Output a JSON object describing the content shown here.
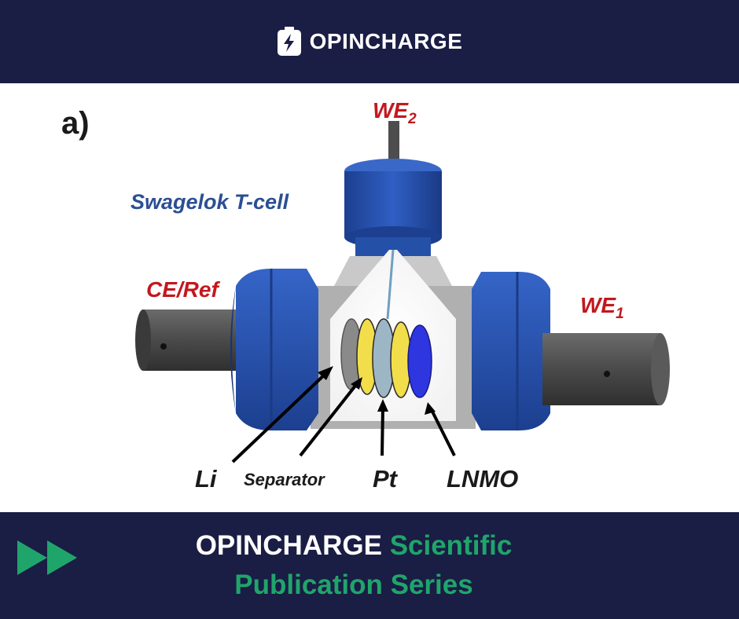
{
  "header": {
    "brand_name": "OPINCHARGE",
    "logo_icon": "battery-bolt-icon"
  },
  "figure": {
    "panel_label": "a)",
    "labels": {
      "we2": "WE",
      "we2_sub": "2",
      "swagelok": "Swagelok T-cell",
      "ce_ref": "CE/Ref",
      "we1": "WE",
      "we1_sub": "1",
      "li": "Li",
      "separator": "Separator",
      "pt": "Pt",
      "lnmo": "LNMO"
    },
    "colors": {
      "red_label": "#c2181e",
      "blue_label": "#2b4f93",
      "nut_blue": "#2450a8",
      "rod_gray": "#4d4d4d",
      "separator_yellow": "#f2de4b",
      "lnmo_blue": "#2e36e0"
    }
  },
  "footer": {
    "icon": "fast-forward-icon",
    "title_white": "OPINCHARGE",
    "title_green": "Scientific",
    "line2": "Publication Series",
    "accent_color": "#1fa56b"
  }
}
